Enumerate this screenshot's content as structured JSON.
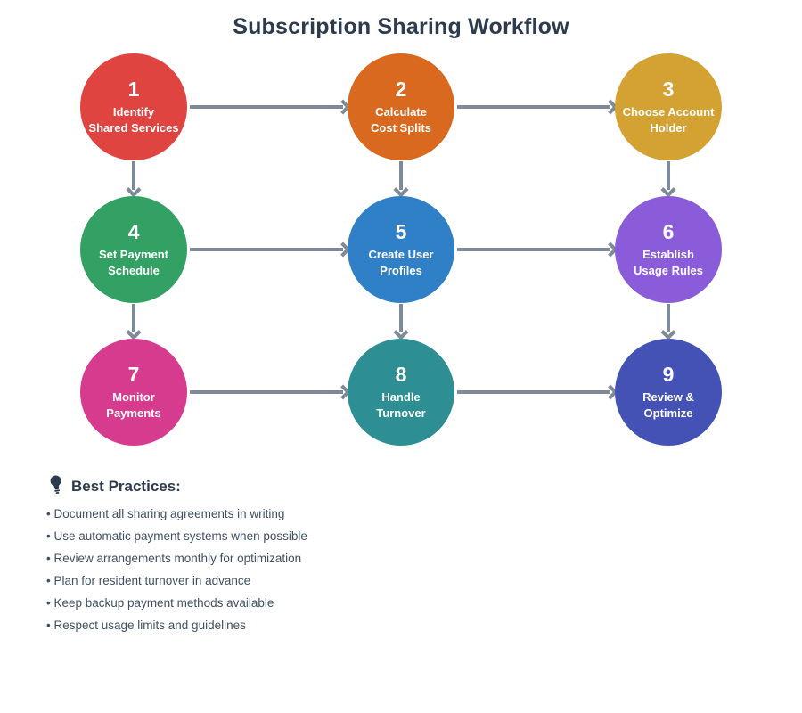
{
  "title": "Subscription Sharing Workflow",
  "colors": {
    "title": "#2d3b4e",
    "arrow": "#7e8a97",
    "body_text": "#3f4f63",
    "background": "#ffffff"
  },
  "steps": [
    {
      "number": "1",
      "label": "Identify\nShared Services",
      "color": "#e04440"
    },
    {
      "number": "2",
      "label": "Calculate\nCost Splits",
      "color": "#d9691e"
    },
    {
      "number": "3",
      "label": "Choose Account\nHolder",
      "color": "#d4a233"
    },
    {
      "number": "4",
      "label": "Set Payment\nSchedule",
      "color": "#33a164"
    },
    {
      "number": "5",
      "label": "Create User\nProfiles",
      "color": "#2f80c6"
    },
    {
      "number": "6",
      "label": "Establish\nUsage Rules",
      "color": "#8a5cd9"
    },
    {
      "number": "7",
      "label": "Monitor\nPayments",
      "color": "#d63b8d"
    },
    {
      "number": "8",
      "label": "Handle\nTurnover",
      "color": "#2d8f93"
    },
    {
      "number": "9",
      "label": "Review &\nOptimize",
      "color": "#4452b6"
    }
  ],
  "best_practices": {
    "icon": "lightbulb-icon",
    "heading": "Best Practices:",
    "items": [
      "Document all sharing agreements in writing",
      "Use automatic payment systems when possible",
      "Review arrangements monthly for optimization",
      "Plan for resident turnover in advance",
      "Keep backup payment methods available",
      "Respect usage limits and guidelines"
    ]
  }
}
